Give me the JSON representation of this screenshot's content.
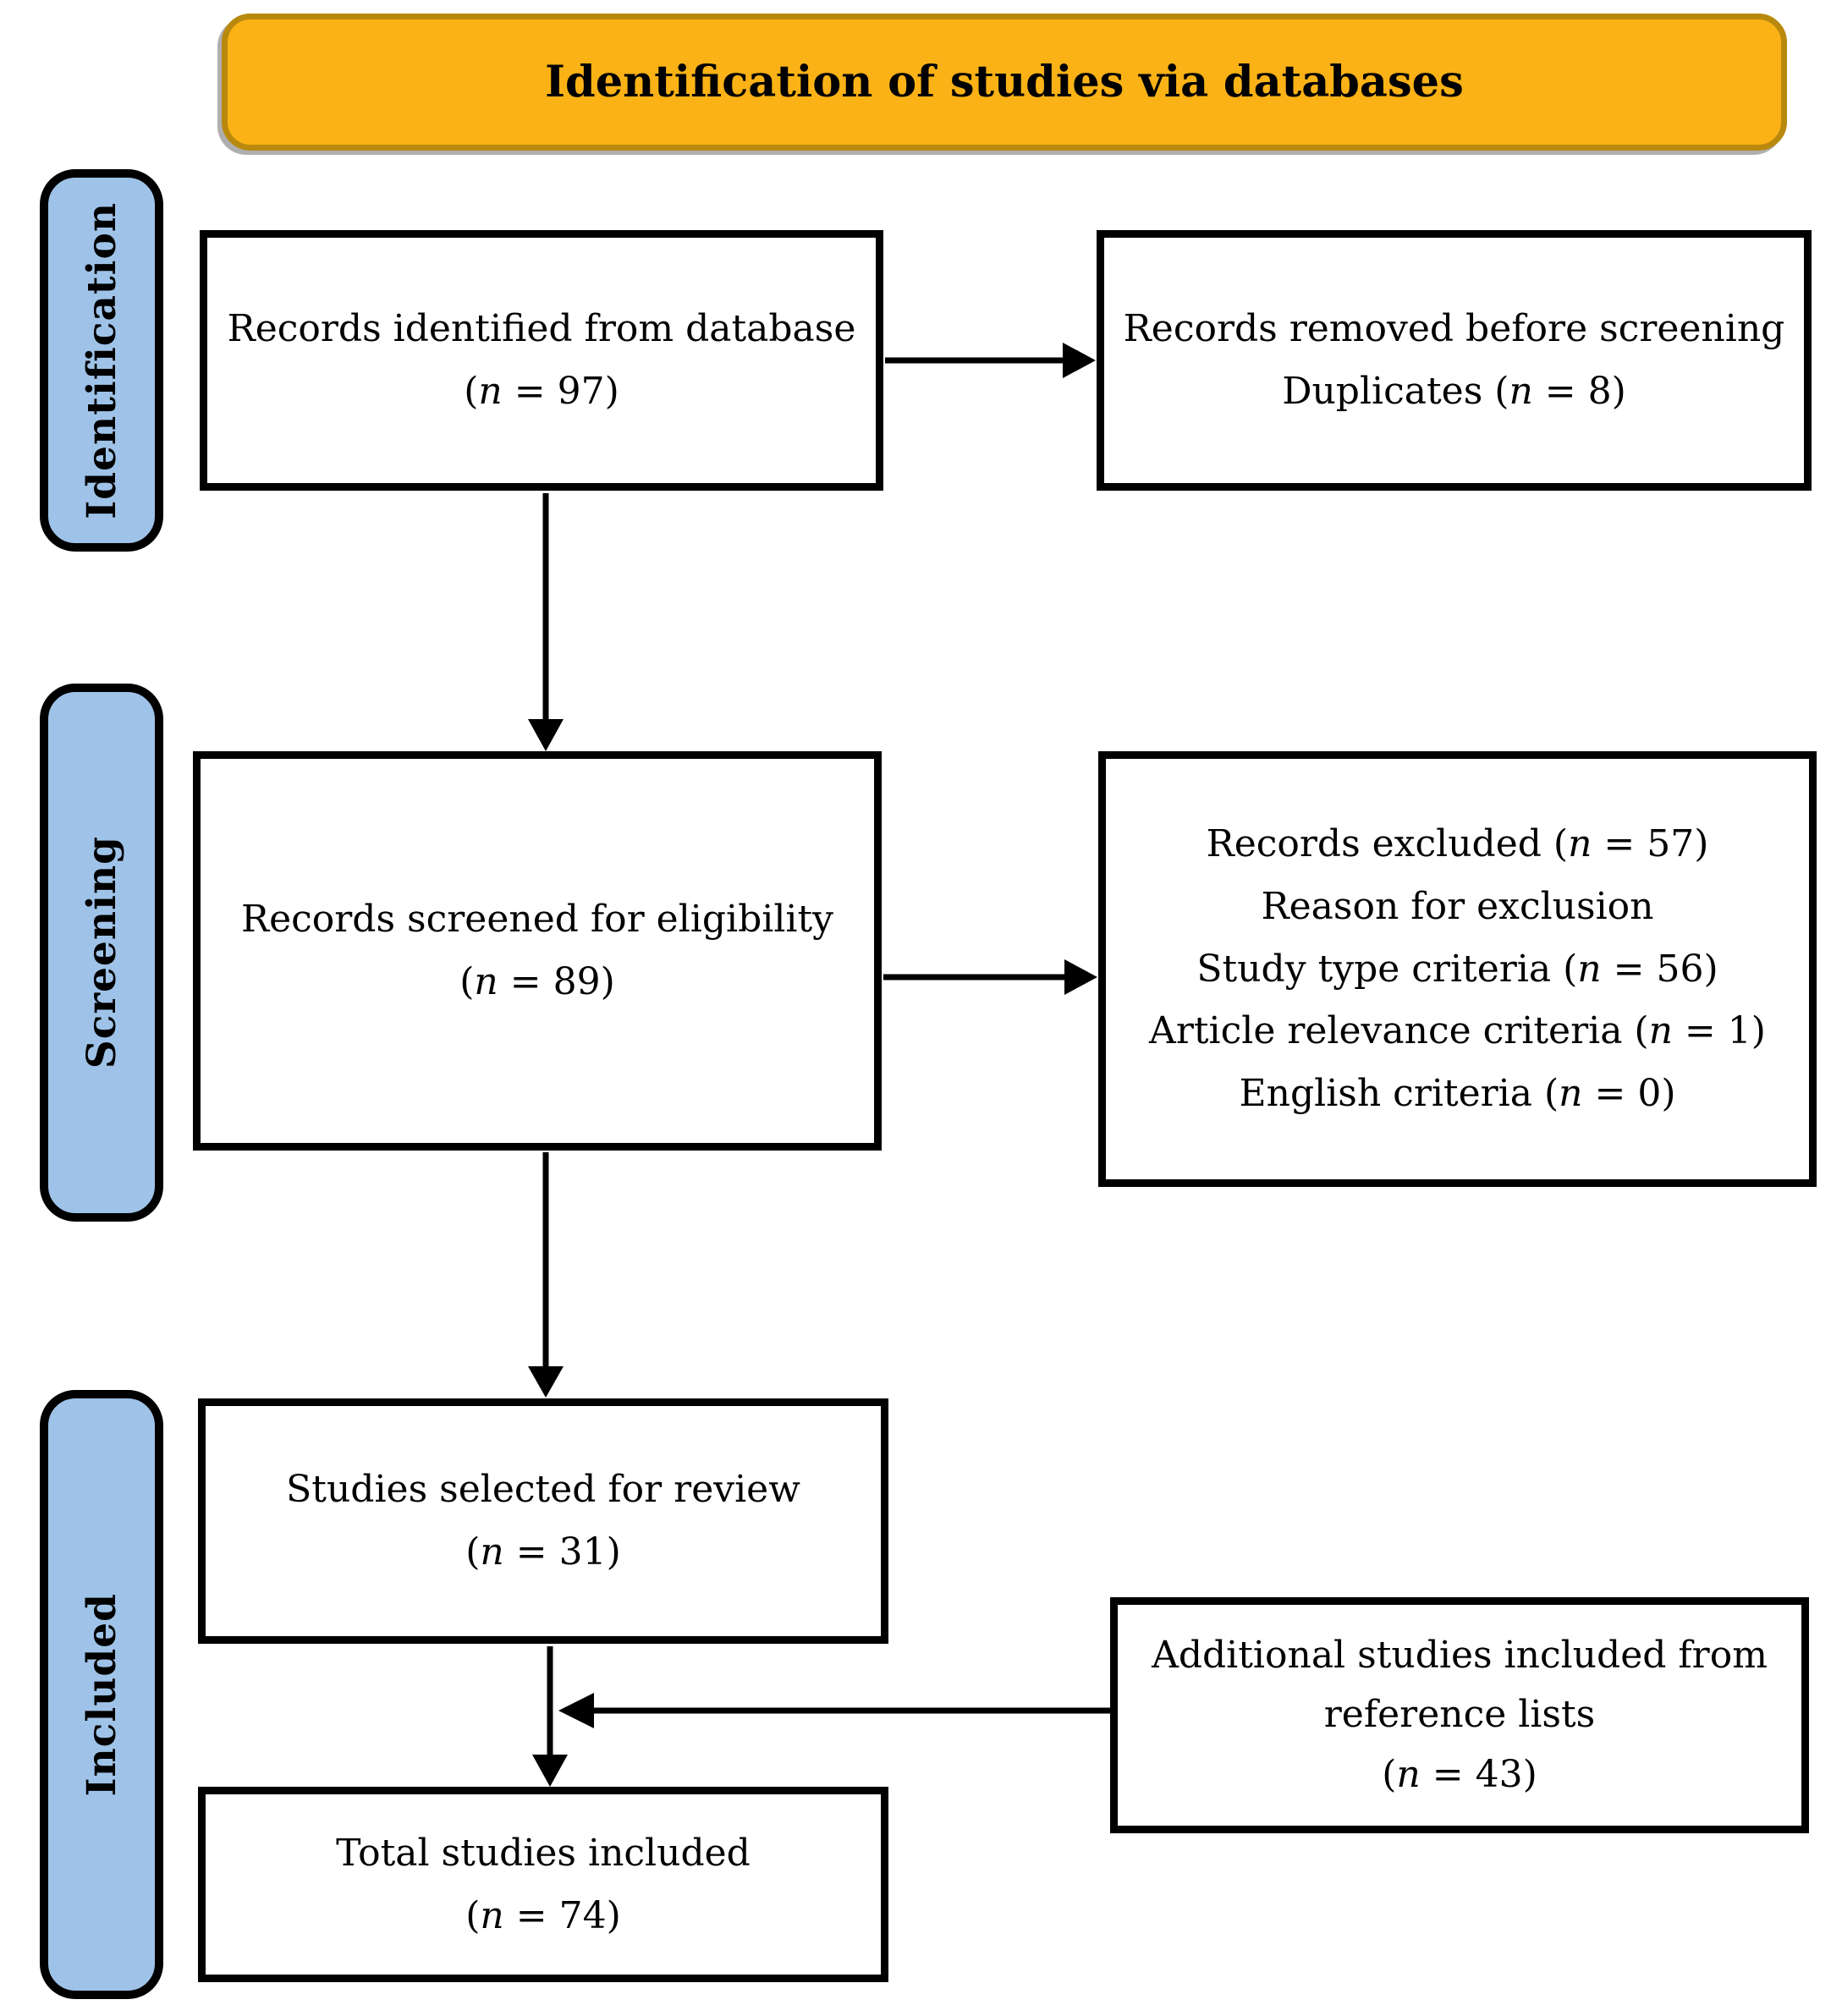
{
  "header": {
    "title": "Identification of studies via databases"
  },
  "colors": {
    "banner_fill": "#FBB216",
    "banner_border": "#B9890E",
    "stage_fill": "#9FC3E8",
    "stage_border": "#000000",
    "box_border": "#000000",
    "arrow": "#000000",
    "background": "#FFFFFF"
  },
  "stages": {
    "identification": {
      "label": "Identification"
    },
    "screening": {
      "label": "Screening"
    },
    "included": {
      "label": "Included"
    }
  },
  "boxes": {
    "records_identified": {
      "lines": [
        {
          "pre": "Records identified from database",
          "var": "",
          "post": ""
        },
        {
          "pre": "(",
          "var": "n",
          "post": " = 97)"
        }
      ]
    },
    "records_removed": {
      "lines": [
        {
          "pre": "Records removed before screening",
          "var": "",
          "post": ""
        },
        {
          "pre": "Duplicates (",
          "var": "n",
          "post": " = 8)"
        }
      ]
    },
    "records_screened": {
      "lines": [
        {
          "pre": "Records screened for eligibility",
          "var": "",
          "post": ""
        },
        {
          "pre": "(",
          "var": "n",
          "post": " = 89)"
        }
      ]
    },
    "records_excluded": {
      "lines": [
        {
          "pre": "Records excluded (",
          "var": "n",
          "post": " = 57)"
        },
        {
          "pre": "Reason for exclusion",
          "var": "",
          "post": ""
        },
        {
          "pre": "Study type criteria (",
          "var": "n",
          "post": " = 56)"
        },
        {
          "pre": "Article relevance criteria (",
          "var": "n",
          "post": " = 1)"
        },
        {
          "pre": "English criteria (",
          "var": "n",
          "post": " = 0)"
        }
      ]
    },
    "studies_selected": {
      "lines": [
        {
          "pre": "Studies selected for review",
          "var": "",
          "post": ""
        },
        {
          "pre": "(",
          "var": "n",
          "post": " = 31)"
        }
      ]
    },
    "additional_studies": {
      "lines": [
        {
          "pre": "Additional studies included from",
          "var": "",
          "post": ""
        },
        {
          "pre": "reference lists",
          "var": "",
          "post": ""
        },
        {
          "pre": "(",
          "var": "n",
          "post": " = 43)"
        }
      ]
    },
    "total_included": {
      "lines": [
        {
          "pre": "Total studies included",
          "var": "",
          "post": ""
        },
        {
          "pre": "(",
          "var": "n",
          "post": " = 74)"
        }
      ]
    }
  }
}
